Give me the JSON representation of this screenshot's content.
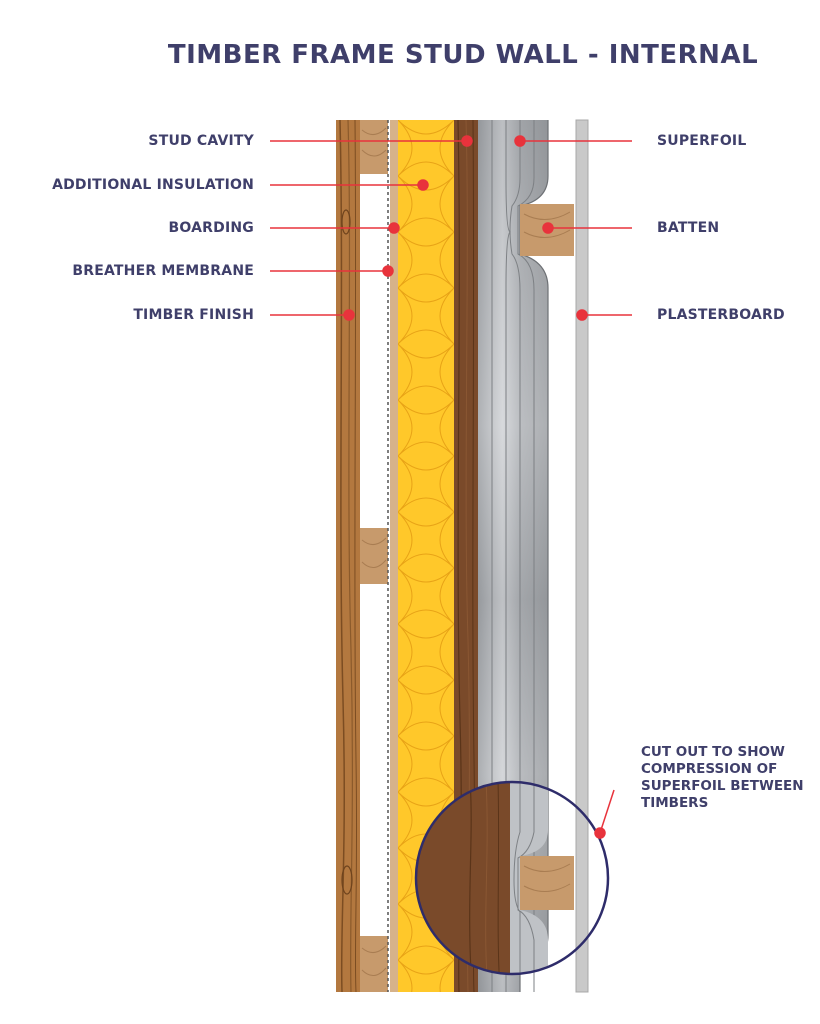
{
  "title": "TIMBER FRAME STUD WALL - INTERNAL",
  "labels_left": [
    "STUD CAVITY",
    "ADDITIONAL INSULATION",
    "BOARDING",
    "BREATHER MEMBRANE",
    "TIMBER FINISH"
  ],
  "labels_right": [
    "SUPERFOIL",
    "BATTEN",
    "PLASTERBOARD"
  ],
  "callout": {
    "lines": [
      "CUT OUT TO SHOW",
      "COMPRESSION OF",
      "SUPERFOIL BETWEEN",
      "TIMBERS"
    ]
  },
  "colors": {
    "text": "#3f3f6a",
    "leader": "#e8333c",
    "insulation": "#ffc82a",
    "timber_dark": "#7a4a2a",
    "timber_light": "#c79a6c",
    "foil": "#b9bcc0",
    "plasterboard": "#c9c9c9",
    "circle": "#2e2c6a"
  }
}
